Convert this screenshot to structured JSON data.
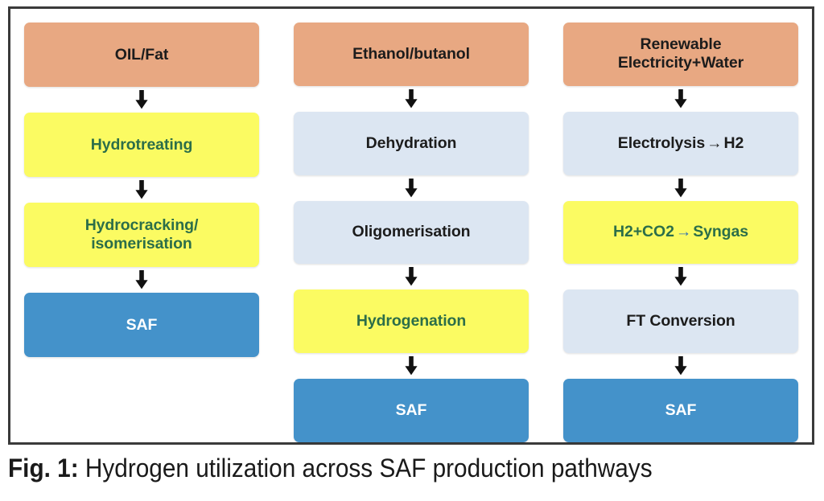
{
  "figure": {
    "caption_label": "Fig. 1:",
    "caption_text": " Hydrogen utilization across SAF production pathways"
  },
  "colors": {
    "feedstock": "#e8a882",
    "hydrogen_step": "#fbfb62",
    "process_step": "#dce6f2",
    "product": "#4492ca",
    "hydrogen_text": "#2c6e49",
    "reaction_arrow": "#2f6fb5",
    "frame_border": "#3a3a3a",
    "background": "#ffffff"
  },
  "diagram": {
    "type": "flowchart",
    "orientation": "top-to-bottom",
    "connector_icon": "down-arrow-icon",
    "columns": [
      {
        "id": "hefa-pathway",
        "nodes": [
          {
            "label": "OIL/Fat",
            "kind": "feedstock"
          },
          {
            "label": "Hydrotreating",
            "kind": "hydrogen"
          },
          {
            "label": "Hydrocracking/\nisomerisation",
            "kind": "hydrogen"
          },
          {
            "label": "SAF",
            "kind": "product"
          }
        ]
      },
      {
        "id": "atj-pathway",
        "nodes": [
          {
            "label": "Ethanol/butanol",
            "kind": "feedstock"
          },
          {
            "label": "Dehydration",
            "kind": "process"
          },
          {
            "label": "Oligomerisation",
            "kind": "process"
          },
          {
            "label": "Hydrogenation",
            "kind": "hydrogen"
          },
          {
            "label": "SAF",
            "kind": "product"
          }
        ]
      },
      {
        "id": "ptl-pathway",
        "nodes": [
          {
            "label": "Renewable\nElectricity+Water",
            "kind": "feedstock"
          },
          {
            "label": "Electrolysis → H2",
            "kind": "process"
          },
          {
            "label": "H2+CO2 → Syngas",
            "kind": "hydrogen"
          },
          {
            "label": "FT Conversion",
            "kind": "process"
          },
          {
            "label": "SAF",
            "kind": "product"
          }
        ]
      }
    ]
  }
}
